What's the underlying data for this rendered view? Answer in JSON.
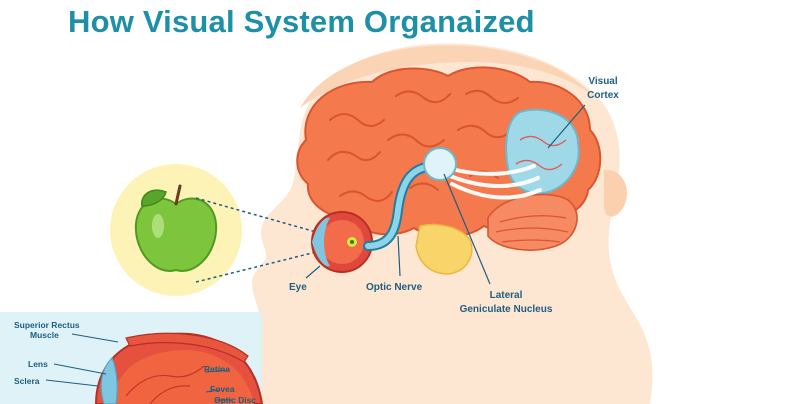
{
  "title": "How Visual System Organaized",
  "labels": {
    "visual_cortex_line1": "Visual",
    "visual_cortex_line2": "Cortex",
    "eye": "Eye",
    "optic_nerve": "Optic Nerve",
    "lgn_line1": "Lateral",
    "lgn_line2": "Geniculate Nucleus"
  },
  "inset_labels": {
    "superior_rectus_line1": "Superior Rectus",
    "superior_rectus_line2": "Muscle",
    "lens": "Lens",
    "sclera": "Sclera",
    "retina": "Retina",
    "fovea": "Fovea",
    "optic_disc": "Optic Disc"
  },
  "colors": {
    "title": "#1d8fa6",
    "label": "#1e5e82",
    "brain": "#f47a4e",
    "head": "#fde6d2",
    "apple": "#7cc53d",
    "cortex": "#9fd9e8"
  }
}
